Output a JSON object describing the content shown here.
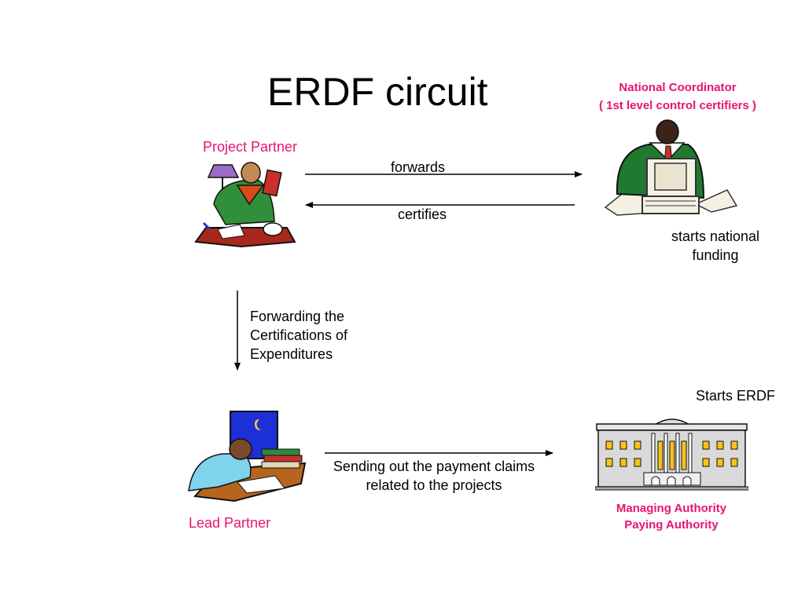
{
  "title": "ERDF circuit",
  "nodes": {
    "national_coordinator": {
      "line1": "National Coordinator",
      "line2": "( 1st level control certifiers )",
      "note1": "starts national",
      "note2": "funding"
    },
    "project_partner": {
      "label": "Project Partner"
    },
    "lead_partner": {
      "label": "Lead Partner"
    },
    "managing_authority": {
      "line1": "Managing Authority",
      "line2": "Paying Authority",
      "note": "Starts ERDF"
    }
  },
  "edges": {
    "forwards": "forwards",
    "certifies": "certifies",
    "forwarding": {
      "line1": "Forwarding the",
      "line2": "Certifications of",
      "line3": "Expenditures"
    },
    "sending": {
      "line1": "Sending out the payment claims",
      "line2": "related to the projects"
    }
  },
  "colors": {
    "accent": "#e8146e"
  }
}
